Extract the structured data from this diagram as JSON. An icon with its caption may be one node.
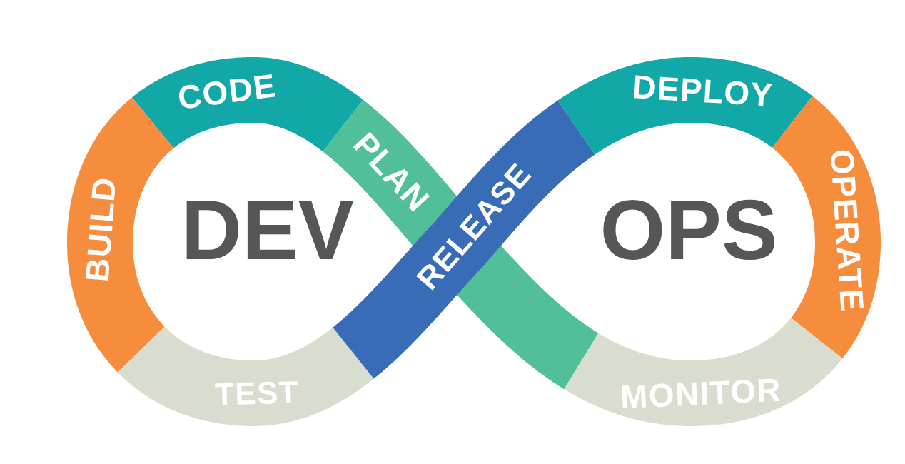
{
  "diagram": {
    "nodes": [
      {
        "text": [
          "CODE"
        ]
      },
      {
        "text": [
          "DEPLOY"
        ]
      },
      {
        "text": [
          "PLAN"
        ]
      },
      {
        "text": [
          "BUILD"
        ]
      },
      {
        "text": [
          "RELEASE"
        ]
      },
      {
        "text": [
          "OPERATE"
        ]
      },
      {
        "text": [
          "TEST"
        ]
      },
      {
        "text": [
          "MONITOR"
        ]
      }
    ],
    "labels": [
      "DEV",
      "OPS"
    ]
  }
}
